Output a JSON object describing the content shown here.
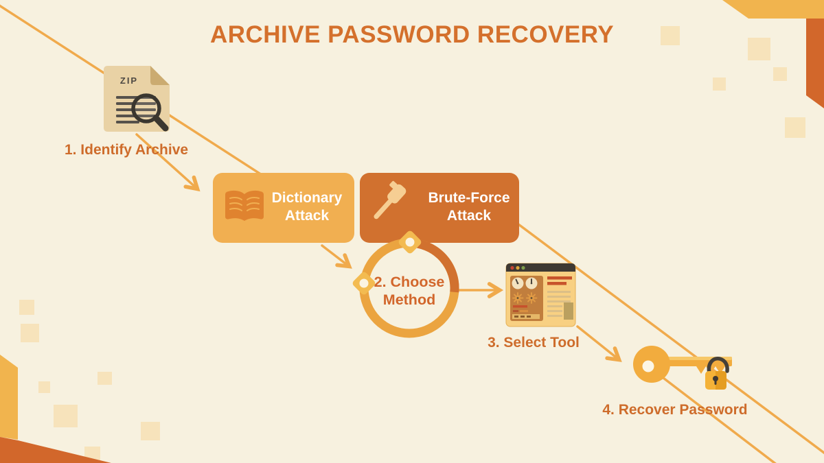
{
  "title": "ARCHIVE PASSWORD RECOVERY",
  "steps": {
    "step1": {
      "label": "1. Identify Archive"
    },
    "step2": {
      "label": "2. Choose\nMethod"
    },
    "step3": {
      "label": "3. Select Tool"
    },
    "step4": {
      "label": "4. Recover Password"
    }
  },
  "methods": {
    "dictionary": {
      "label": "Dictionary\nAttack"
    },
    "brute_force": {
      "label": "Brute-Force\nAttack"
    }
  },
  "zip_icon_text": "ZIP",
  "icons": {
    "step1": "zip-document-with-magnifier",
    "step2": "circular-cycle-arrows",
    "step3": "tool-application-window",
    "step4": "key-unlocking-padlock",
    "dictionary": "open-book-icon",
    "brute_force": "hammer-icon"
  },
  "colors": {
    "background": "#F7F1DF",
    "title_orange": "#D4702C",
    "accent_amber": "#F0AA4C",
    "dictionary_box": "#F1AF51",
    "brute_force_box": "#D1712F",
    "cycle_ring": "#EBA440",
    "cycle_ring_dark": "#D1712F",
    "corner_yellow": "#F1B44E",
    "corner_orange": "#D2672B",
    "decor_square": "#F7DFAF",
    "key_gold": "#F2AC3E",
    "lock_body": "#F4B238",
    "dark_charcoal": "#3E3933"
  }
}
